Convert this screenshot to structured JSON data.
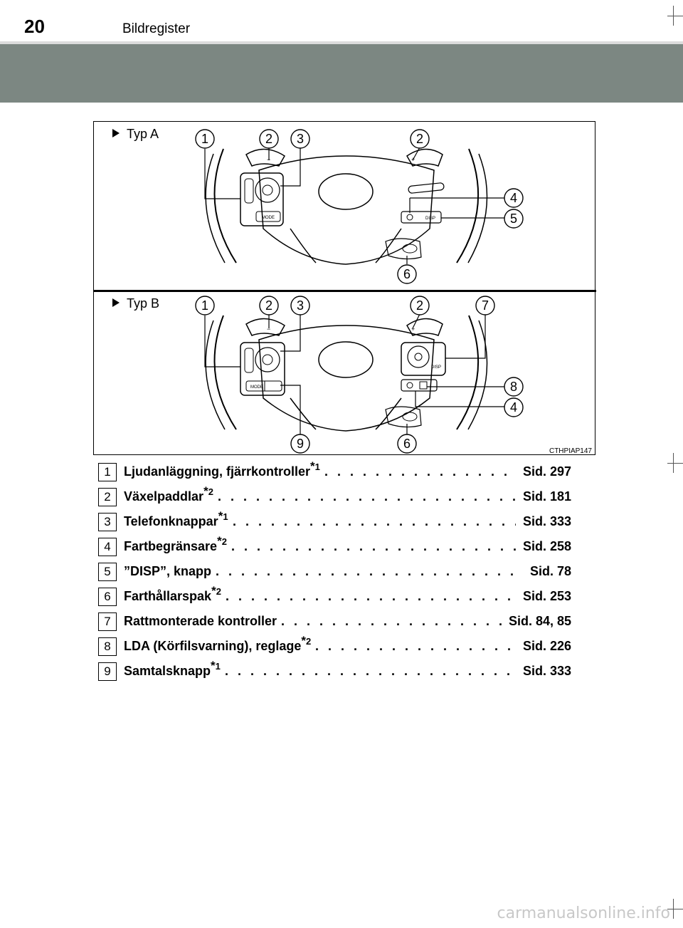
{
  "header": {
    "page_number": "20",
    "section": "Bildregister"
  },
  "figure": {
    "type_a_label": "Typ A",
    "type_b_label": "Typ B",
    "code": "CTHPIAP147",
    "type_a_callouts": [
      "1",
      "2",
      "3",
      "2",
      "4",
      "5",
      "6"
    ],
    "type_b_callouts": [
      "1",
      "2",
      "3",
      "2",
      "7",
      "8",
      "4",
      "9",
      "6"
    ],
    "button_labels": {
      "mode": "MODE",
      "disp": "DISP"
    }
  },
  "items": [
    {
      "num": "1",
      "label": "Ljudanläggning, fjärrkontroller",
      "note": "1",
      "dots": ". . . . . . . . . . . . . . . . . . .",
      "ref": "Sid. 297"
    },
    {
      "num": "2",
      "label": "Växelpaddlar",
      "note": "2",
      "dots": ". . . . . . . . . . . . . . . . . . . . . . . . . . . . . . . . .",
      "ref": "Sid. 181"
    },
    {
      "num": "3",
      "label": "Telefonknappar",
      "note": "1",
      "dots": ". . . . . . . . . . . . . . . . . . . . . . . . . . . . . . .",
      "ref": "Sid. 333"
    },
    {
      "num": "4",
      "label": "Fartbegränsare",
      "note": "2",
      "dots": ". . . . . . . . . . . . . . . . . . . . . . . . . . . . . . .",
      "ref": "Sid. 258"
    },
    {
      "num": "5",
      "label": "”DISP”, knapp",
      "note": "",
      "dots": ". . . . . . . . . . . . . . . . . . . . . . . . . . . . . . . . . . .",
      "ref": "Sid. 78"
    },
    {
      "num": "6",
      "label": "Farthållarspak",
      "note": "2",
      "dots": ". . . . . . . . . . . . . . . . . . . . . . . . . . . . . . . .",
      "ref": "Sid. 253"
    },
    {
      "num": "7",
      "label": "Rattmonterade kontroller",
      "note": "",
      "dots": ". . . . . . . . . . . . . . . . . . . . . . .",
      "ref": "Sid. 84, 85"
    },
    {
      "num": "8",
      "label": "LDA (Körfilsvarning), reglage",
      "note": "2",
      "dots": ". . . . . . . . . . . . . . . . . . . .",
      "ref": "Sid. 226"
    },
    {
      "num": "9",
      "label": "Samtalsknapp",
      "note": "1",
      "dots": ". . . . . . . . . . . . . . . . . . . . . . . . . . . . . . . .",
      "ref": "Sid. 333"
    }
  ],
  "watermark": "carmanualsonline.info"
}
